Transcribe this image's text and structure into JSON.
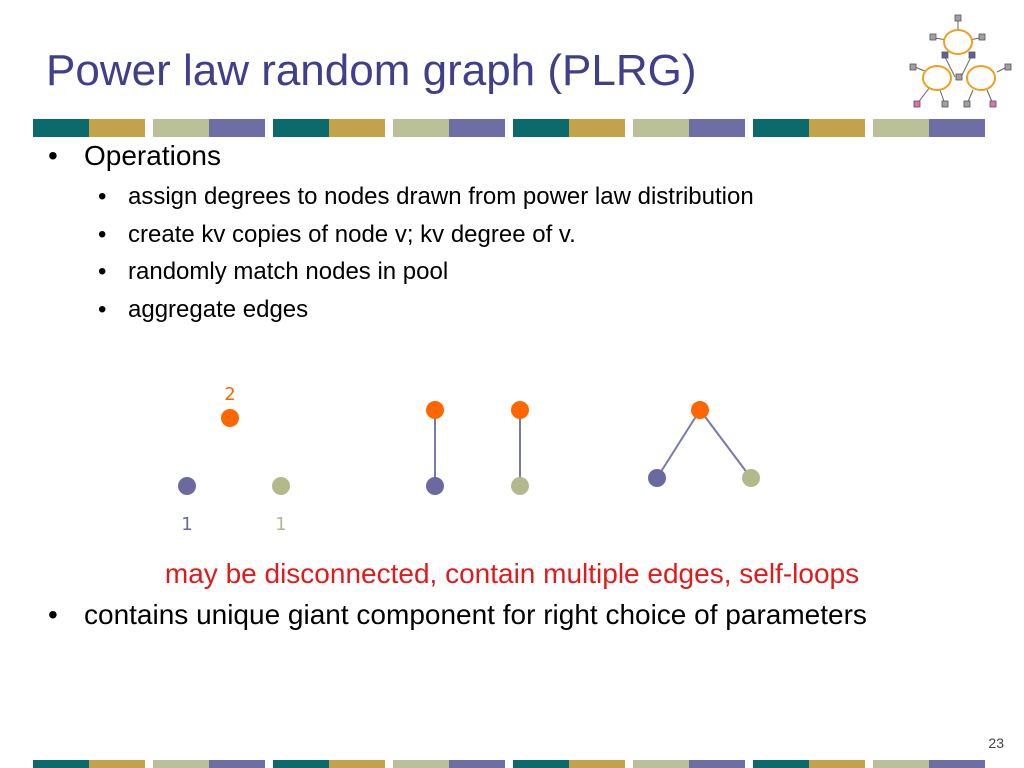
{
  "slide": {
    "title": "Power law random graph (PLRG)",
    "page_number": "23"
  },
  "bullets": {
    "level1_operations": "Operations",
    "operations": [
      "assign degrees to nodes drawn from power law distribution",
      "create kv copies of node v; kv degree of v.",
      "randomly match nodes in pool",
      "aggregate edges"
    ],
    "warning": "may be disconnected, contain multiple edges, self-loops",
    "bottom": "contains unique giant component for right choice of parameters"
  },
  "diagram": {
    "labels": {
      "orange_degree": "2",
      "purple_degree": "1",
      "sage_degree": "1"
    },
    "colors": {
      "orange": "#ff6600",
      "purple": "#6a6aa0",
      "sage": "#b4b98c",
      "edge": "#7a7aa6"
    }
  },
  "theme": {
    "stripe_colors": [
      "#0b6b6b",
      "#c4a14b",
      "#b9c09a",
      "#6c6ea4"
    ]
  }
}
